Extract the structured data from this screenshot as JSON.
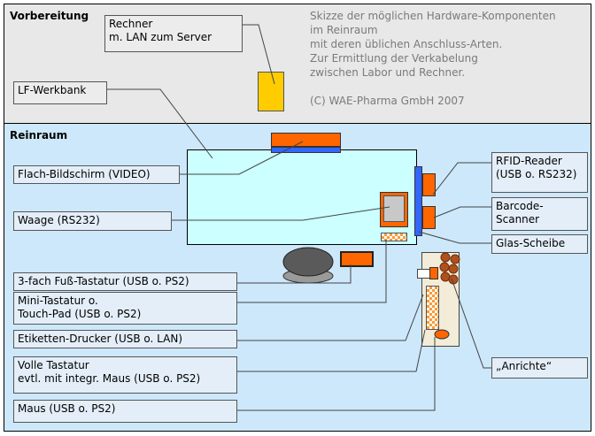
{
  "sections": {
    "prep": {
      "title": "Vorbereitung",
      "color": "#e8e8e8"
    },
    "clean": {
      "title": "Reinraum",
      "color": "#cde8fb"
    }
  },
  "prep_labels": {
    "computer": [
      "Rechner",
      "m. LAN zum Server"
    ],
    "lf_bench": "LF-Werkbank"
  },
  "note": [
    "Skizze der möglichen Hardware-Komponenten",
    "im Reinraum",
    "mit deren üblichen Anschluss-Arten.",
    "Zur Ermittlung der Verkabelung",
    "zwischen Labor und Rechner.",
    "",
    "(C) WAE-Pharma GmbH 2007"
  ],
  "left_labels": {
    "flat_screen": "Flach-Bildschirm (VIDEO)",
    "scale": "Waage (RS232)",
    "foot_keyboard": "3-fach Fuß-Tastatur (USB o. PS2)",
    "mini_keyboard": [
      "Mini-Tastatur o.",
      "Touch-Pad (USB o. PS2)"
    ],
    "label_printer": "Etiketten-Drucker (USB o. LAN)",
    "full_keyboard": [
      "Volle Tastatur",
      "evtl. mit integr. Maus (USB o. PS2)"
    ],
    "mouse": "Maus (USB o. PS2)"
  },
  "right_labels": {
    "rfid": [
      "RFID-Reader",
      "(USB o. RS232)"
    ],
    "barcode": [
      "Barcode-",
      "Scanner"
    ],
    "glass": "Glas-Scheibe",
    "counter": "„Anrichte“"
  },
  "colors": {
    "bench_fill": "#ccffff",
    "accent_orange": "#ff6600",
    "screen_blue": "#3366ff",
    "pc_yellow": "#ffcc00",
    "tray_fill": "#f2ecd8",
    "handle_brown": "#b0501e",
    "foot_pedal_gray": "#5a5a5a",
    "checker": "#ffcc99"
  }
}
